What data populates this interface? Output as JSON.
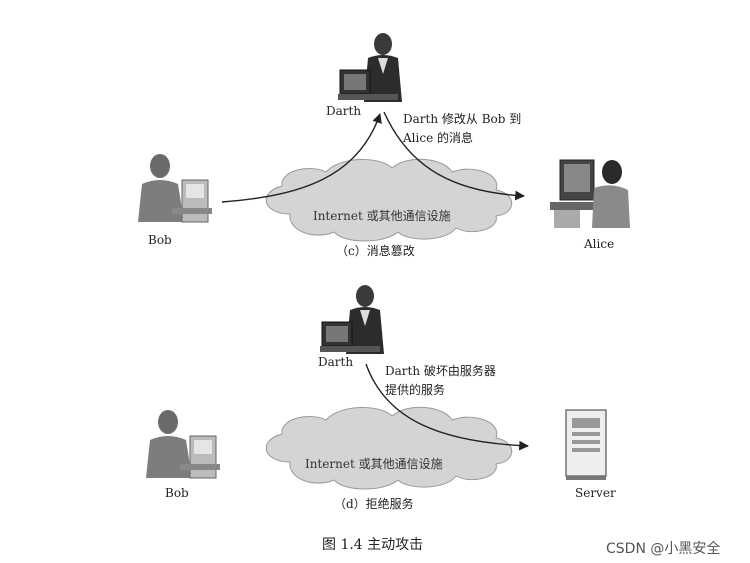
{
  "panel_c": {
    "attacker": "Darth",
    "note_line1": "Darth 修改从 Bob 到",
    "note_line2": "Alice 的消息",
    "sender": "Bob",
    "receiver": "Alice",
    "cloud": "Internet 或其他通信设施",
    "caption": "（c）消息篡改"
  },
  "panel_d": {
    "attacker": "Darth",
    "note_line1": "Darth 破坏由服务器",
    "note_line2": "提供的服务",
    "sender": "Bob",
    "receiver": "Server",
    "cloud": "Internet 或其他通信设施",
    "caption": "（d）拒绝服务"
  },
  "figure_caption": "图 1.4    主动攻击",
  "watermark": "CSDN @小黑安全"
}
